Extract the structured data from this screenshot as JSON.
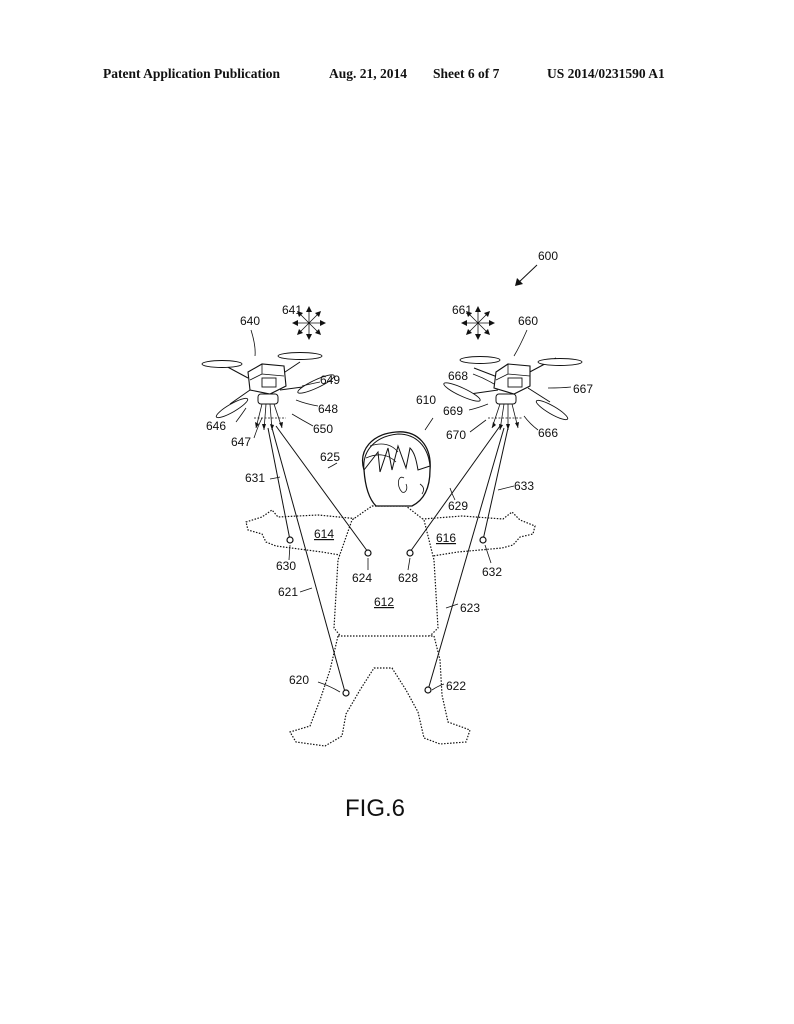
{
  "header": {
    "left": "Patent Application Publication",
    "date": "Aug. 21, 2014",
    "sheet": "Sheet 6 of 7",
    "number": "US 2014/0231590 A1"
  },
  "figure": {
    "caption": "FIG.6",
    "ref_system": "600",
    "ref_person": "610",
    "ref_torso": "612",
    "ref_left_arm": "614",
    "ref_right_arm": "616",
    "drone_left": {
      "ref": "640",
      "direction_ref": "641",
      "labels": [
        "646",
        "647",
        "648",
        "649",
        "650"
      ]
    },
    "drone_right": {
      "ref": "660",
      "direction_ref": "661",
      "labels": [
        "666",
        "667",
        "668",
        "669",
        "670"
      ]
    },
    "markers": [
      "620",
      "622",
      "624",
      "628",
      "630",
      "632"
    ],
    "lines": [
      "621",
      "623",
      "625",
      "629",
      "631",
      "633"
    ]
  }
}
